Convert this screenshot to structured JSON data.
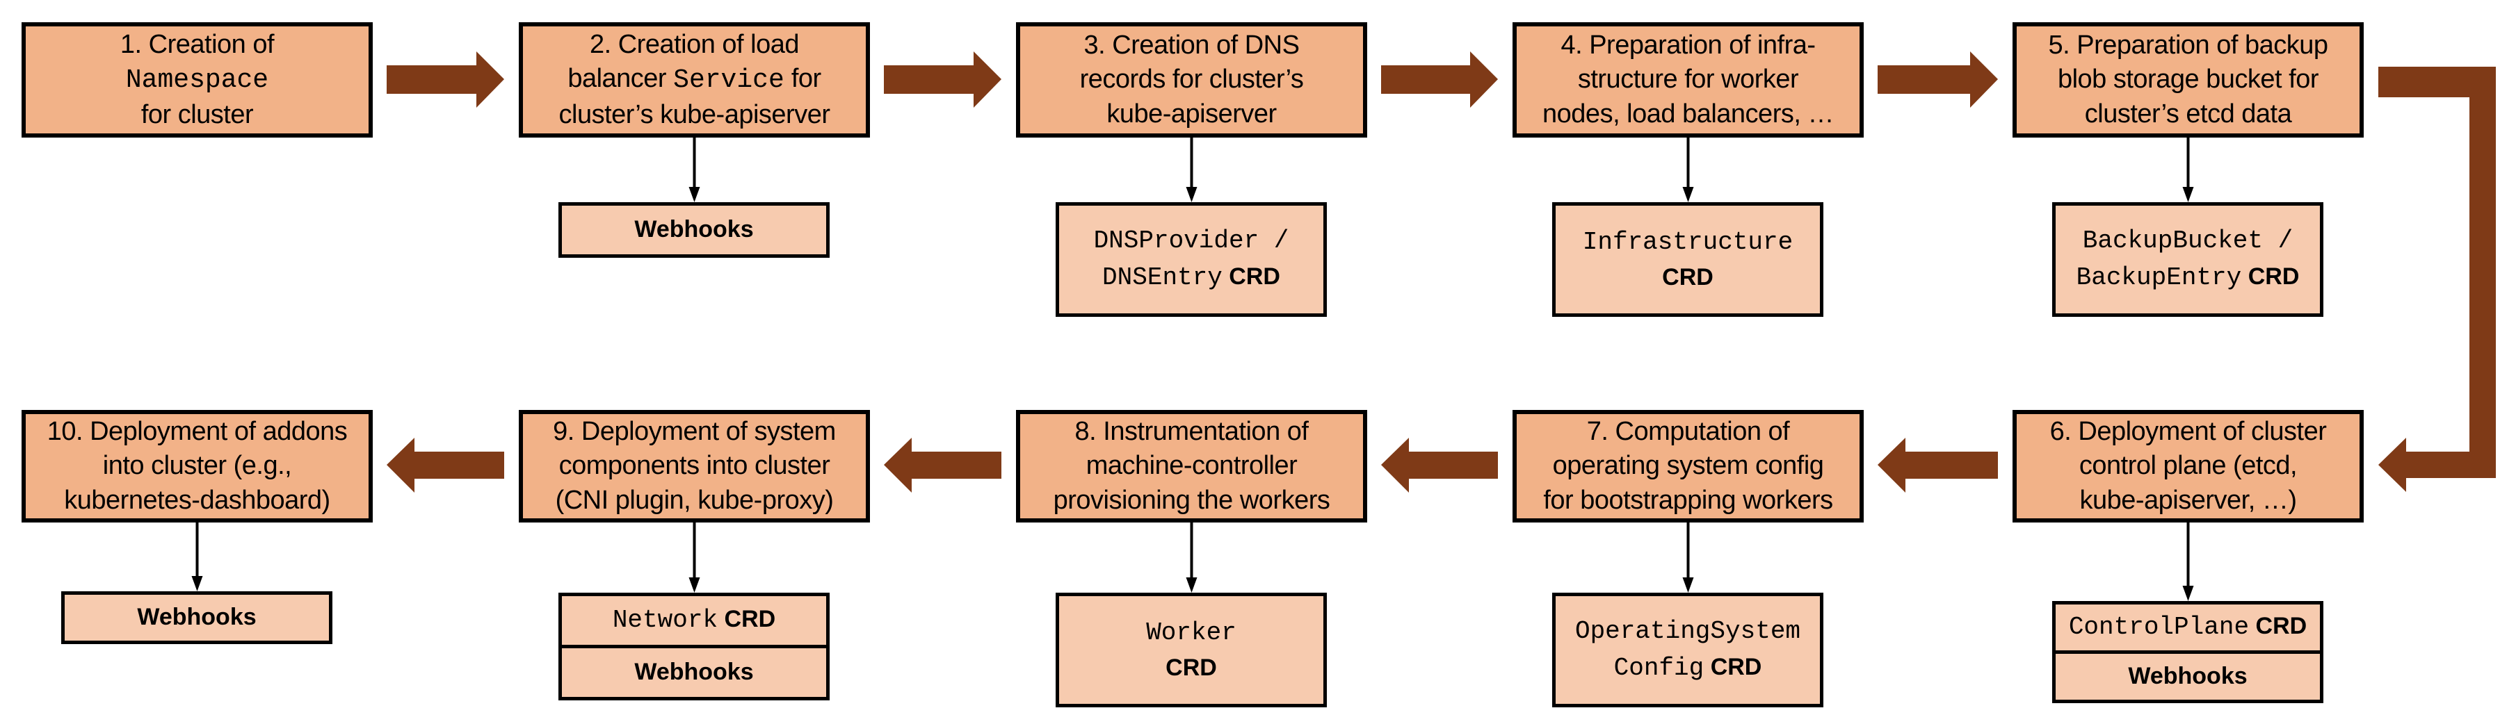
{
  "colors": {
    "main_box": "#f2b288",
    "sub_box": "#f7cbaf",
    "flow_arrow": "#7f3a17",
    "border": "#000000"
  },
  "steps": [
    {
      "lines": [
        [
          {
            "t": "1. Creation of"
          }
        ],
        [
          {
            "t": "Namespace",
            "mono": true
          }
        ],
        [
          {
            "t": "for cluster"
          }
        ]
      ],
      "sub": [
        [
          [
            {
              "t": ""
            }
          ]
        ]
      ]
    },
    {
      "lines": [
        [
          {
            "t": "2. Creation of load"
          }
        ],
        [
          {
            "t": "balancer "
          },
          {
            "t": "Service",
            "mono": true
          },
          {
            "t": " for"
          }
        ],
        [
          {
            "t": "cluster’s kube-apiserver"
          }
        ]
      ],
      "sub": [
        [
          [
            {
              "t": "Webhooks"
            }
          ]
        ]
      ]
    },
    {
      "lines": [
        [
          {
            "t": "3. Creation of DNS"
          }
        ],
        [
          {
            "t": "records for cluster’s"
          }
        ],
        [
          {
            "t": "kube-apiserver"
          }
        ]
      ],
      "sub": [
        [
          [
            {
              "t": "DNSProvider /",
              "mono": true
            }
          ],
          [
            {
              "t": "DNSEntry",
              "mono": true
            },
            {
              "t": " CRD"
            }
          ]
        ]
      ]
    },
    {
      "lines": [
        [
          {
            "t": "4. Preparation of infra-"
          }
        ],
        [
          {
            "t": "structure for worker"
          }
        ],
        [
          {
            "t": "nodes, load balancers, …"
          }
        ]
      ],
      "sub": [
        [
          [
            {
              "t": "Infrastructure",
              "mono": true
            }
          ],
          [
            {
              "t": "CRD"
            }
          ]
        ]
      ]
    },
    {
      "lines": [
        [
          {
            "t": "5. Preparation of backup"
          }
        ],
        [
          {
            "t": "blob storage bucket for"
          }
        ],
        [
          {
            "t": "cluster’s etcd data"
          }
        ]
      ],
      "sub": [
        [
          [
            {
              "t": "BackupBucket /",
              "mono": true
            }
          ],
          [
            {
              "t": "BackupEntry",
              "mono": true
            },
            {
              "t": " CRD"
            }
          ]
        ]
      ]
    },
    {
      "lines": [
        [
          {
            "t": "6. Deployment of cluster"
          }
        ],
        [
          {
            "t": "control plane (etcd,"
          }
        ],
        [
          {
            "t": "kube-apiserver, …)"
          }
        ]
      ],
      "sub": [
        [
          [
            {
              "t": "ControlPlane",
              "mono": true
            },
            {
              "t": " CRD"
            }
          ]
        ],
        [
          [
            {
              "t": "Webhooks"
            }
          ]
        ]
      ]
    },
    {
      "lines": [
        [
          {
            "t": "7. Computation of"
          }
        ],
        [
          {
            "t": "operating system config"
          }
        ],
        [
          {
            "t": "for bootstrapping workers"
          }
        ]
      ],
      "sub": [
        [
          [
            {
              "t": "OperatingSystem",
              "mono": true
            }
          ],
          [
            {
              "t": "Config",
              "mono": true
            },
            {
              "t": " CRD"
            }
          ]
        ]
      ]
    },
    {
      "lines": [
        [
          {
            "t": "8. Instrumentation of"
          }
        ],
        [
          {
            "t": "machine-controller"
          }
        ],
        [
          {
            "t": "provisioning the workers"
          }
        ]
      ],
      "sub": [
        [
          [
            {
              "t": "Worker",
              "mono": true
            }
          ],
          [
            {
              "t": "CRD"
            }
          ]
        ]
      ]
    },
    {
      "lines": [
        [
          {
            "t": "9. Deployment of system"
          }
        ],
        [
          {
            "t": "components into cluster"
          }
        ],
        [
          {
            "t": "(CNI plugin, kube-proxy)"
          }
        ]
      ],
      "sub": [
        [
          [
            {
              "t": "Network",
              "mono": true
            },
            {
              "t": " CRD"
            }
          ]
        ],
        [
          [
            {
              "t": "Webhooks"
            }
          ]
        ]
      ]
    },
    {
      "lines": [
        [
          {
            "t": "10. Deployment of addons"
          }
        ],
        [
          {
            "t": "into cluster (e.g.,"
          }
        ],
        [
          {
            "t": "kubernetes-dashboard)"
          }
        ]
      ],
      "sub": [
        [
          [
            {
              "t": "Webhooks"
            }
          ]
        ]
      ]
    }
  ]
}
